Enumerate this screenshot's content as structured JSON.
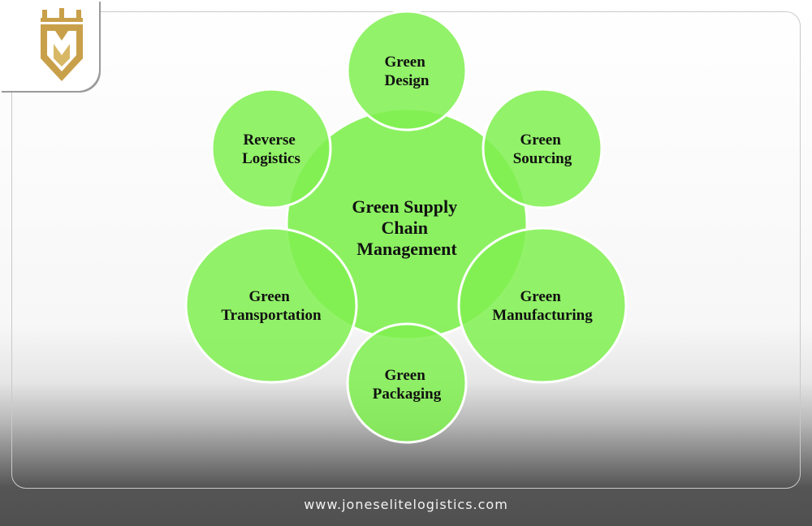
{
  "colors": {
    "node_fill": "#80f050",
    "node_stroke": "#ffffff",
    "text": "#111111",
    "logo_gold": "#c9a04a"
  },
  "brand": {
    "logo_icon": "crowned-shield-logo-icon",
    "website": "www.joneselitelogistics.com"
  },
  "diagram": {
    "center": {
      "lines": [
        "Green Supply",
        "Chain",
        "Management"
      ]
    },
    "nodes": [
      {
        "id": "green-design",
        "lines": [
          "Green",
          "Design"
        ]
      },
      {
        "id": "green-sourcing",
        "lines": [
          "Green",
          "Sourcing"
        ]
      },
      {
        "id": "green-manufacturing",
        "lines": [
          "Green",
          "Manufacturing"
        ]
      },
      {
        "id": "green-packaging",
        "lines": [
          "Green",
          "Packaging"
        ]
      },
      {
        "id": "green-transportation",
        "lines": [
          "Green",
          "Transportation"
        ]
      },
      {
        "id": "reverse-logistics",
        "lines": [
          "Reverse",
          "Logistics"
        ]
      }
    ]
  }
}
